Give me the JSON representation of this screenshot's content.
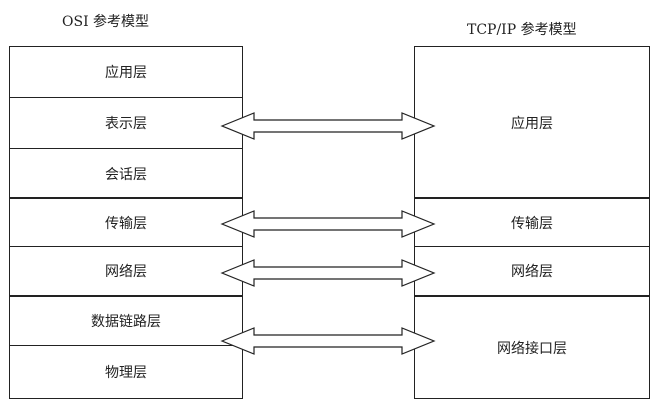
{
  "osi": {
    "title": "OSI 参考模型",
    "layers": [
      {
        "label": "应用层"
      },
      {
        "label": "表示层"
      },
      {
        "label": "会话层"
      },
      {
        "label": "传输层"
      },
      {
        "label": "网络层"
      },
      {
        "label": "数据链路层"
      },
      {
        "label": "物理层"
      }
    ]
  },
  "tcpip": {
    "title": "TCP/IP 参考模型",
    "layers": [
      {
        "label": "应用层"
      },
      {
        "label": "传输层"
      },
      {
        "label": "网络层"
      },
      {
        "label": "网络接口层"
      }
    ]
  },
  "colors": {
    "line": "#222222",
    "background": "#ffffff"
  }
}
